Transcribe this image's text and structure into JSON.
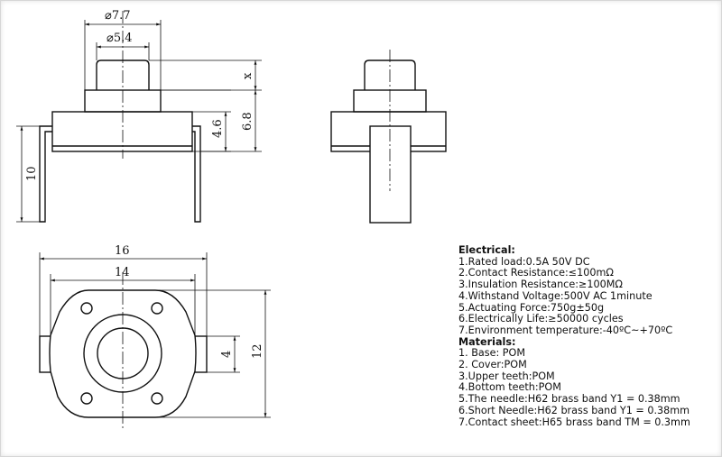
{
  "dimensions": {
    "dia_outer": "⌀7.7",
    "dia_inner": "⌀5.4",
    "stroke_x": "x",
    "height_6_8": "6.8",
    "height_4_6": "4.6",
    "pin_len": "10",
    "width_16": "16",
    "width_14": "14",
    "height_12": "12",
    "pin_w": "4"
  },
  "specs": {
    "electrical_title": "Electrical:",
    "electrical": [
      "1.Rated load:0.5A 50V DC",
      "2.Contact Resistance:≤100mΩ",
      "3.Insulation Resistance:≥100MΩ",
      "4.Withstand Voltage:500V AC 1minute",
      "5.Actuating Force:750g±50g",
      "6.Electrically Life:≥50000 cycles",
      "7.Environment temperature:-40ºC~+70ºC"
    ],
    "materials_title": "Materials:",
    "materials": [
      "1. Base: POM",
      "2. Cover:POM",
      "3.Upper teeth:POM",
      "4.Bottom teeth:POM",
      "5.The needle:H62 brass band Y1 = 0.38mm",
      "6.Short Needle:H62 brass band Y1 = 0.38mm",
      "7.Contact sheet:H65 brass band TM = 0.3mm"
    ]
  }
}
